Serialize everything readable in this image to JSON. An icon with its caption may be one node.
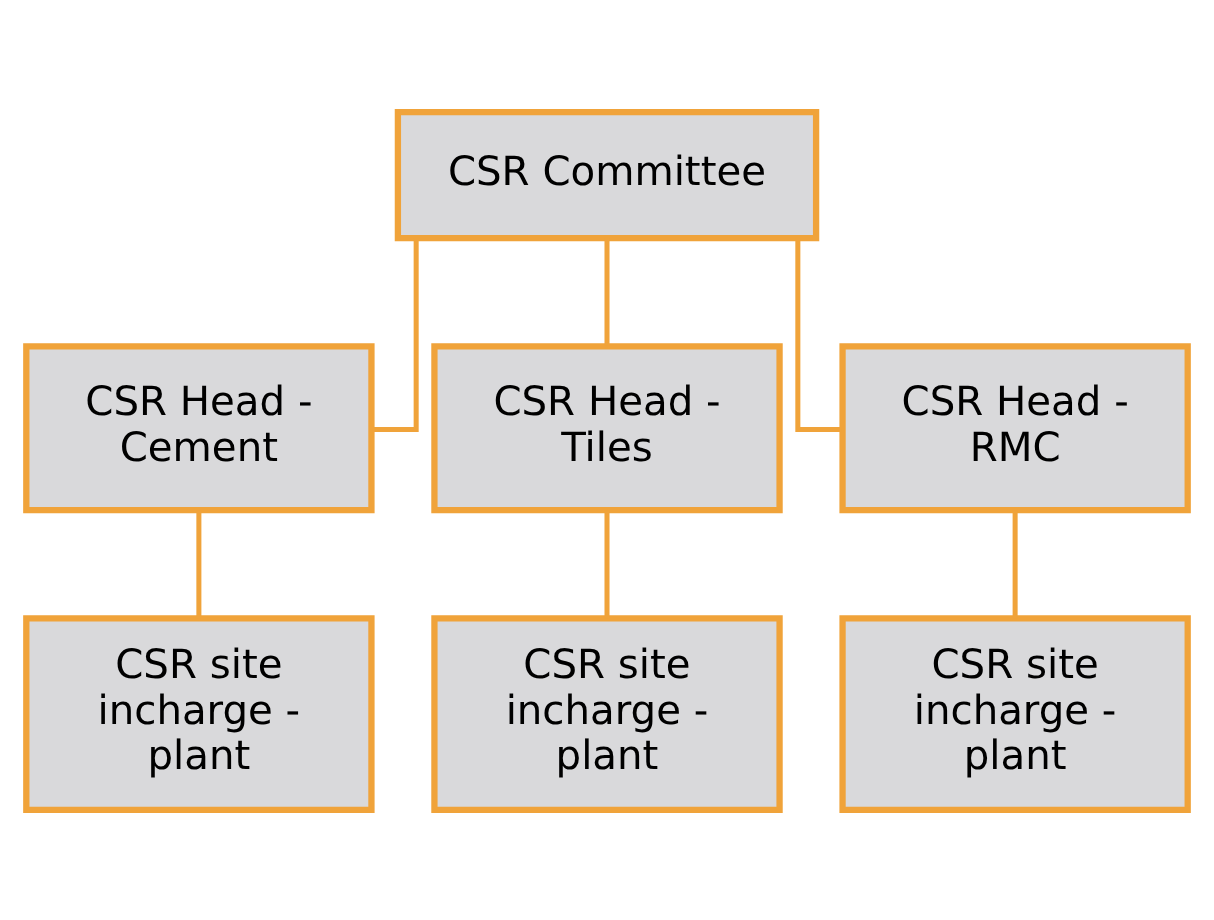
{
  "diagram": {
    "nodes": [
      {
        "text": [
          "CSR Committee"
        ]
      },
      {
        "text": [
          "CSR Head - Cement"
        ]
      },
      {
        "text": [
          "CSR Head - Tiles"
        ]
      },
      {
        "text": [
          "CSR Head - RMC"
        ]
      },
      {
        "text": [
          "CSR site incharge - plant"
        ]
      },
      {
        "text": [
          "CSR site incharge - plant"
        ]
      },
      {
        "text": [
          "CSR site incharge - plant"
        ]
      }
    ],
    "edges": [
      {
        "from": 0,
        "to": 1,
        "arrow": "none"
      },
      {
        "from": 0,
        "to": 2,
        "arrow": "none"
      },
      {
        "from": 0,
        "to": 3,
        "arrow": "none"
      },
      {
        "from": 1,
        "to": 4,
        "arrow": "none"
      },
      {
        "from": 2,
        "to": 5,
        "arrow": "none"
      },
      {
        "from": 3,
        "to": 6,
        "arrow": "none"
      }
    ]
  }
}
